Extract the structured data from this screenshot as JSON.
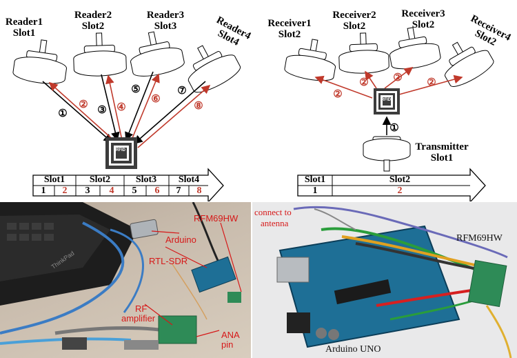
{
  "left_diagram": {
    "readers": [
      {
        "name": "Reader1",
        "slot": "Slot1"
      },
      {
        "name": "Reader2",
        "slot": "Slot2"
      },
      {
        "name": "Reader3",
        "slot": "Slot3"
      },
      {
        "name": "Reader4",
        "slot": "Slot4"
      }
    ],
    "step_numbers": [
      "①",
      "②",
      "③",
      "④",
      "⑤",
      "⑥",
      "⑦",
      "⑧"
    ],
    "tag_label": "RFID",
    "timeline": {
      "slots": [
        "Slot1",
        "Slot2",
        "Slot3",
        "Slot4"
      ],
      "cells": [
        "1",
        "2",
        "3",
        "4",
        "5",
        "6",
        "7",
        "8"
      ]
    }
  },
  "right_diagram": {
    "receivers": [
      {
        "name": "Receiver1",
        "slot": "Slot2"
      },
      {
        "name": "Receiver2",
        "slot": "Slot2"
      },
      {
        "name": "Receiver3",
        "slot": "Slot2"
      },
      {
        "name": "Receiver4",
        "slot": "Slot2"
      }
    ],
    "step_numbers": [
      "①",
      "②"
    ],
    "tag_label": "RFID",
    "transmitter": {
      "name": "Transmitter",
      "slot": "Slot1"
    },
    "timeline": {
      "slots": [
        "Slot1",
        "Slot2"
      ],
      "cells": [
        "1",
        "2"
      ]
    }
  },
  "photo_left": {
    "labels": [
      "RFM69HW",
      "Arduino",
      "RTL-SDR",
      "RF",
      "amplifier",
      "ANA",
      "pin"
    ],
    "laptop_brand": "ThinkPad"
  },
  "photo_right": {
    "labels": [
      "connect to",
      "antenna",
      "RFM69HW",
      "Arduino UNO"
    ]
  },
  "colors": {
    "red_arrow": "#c0392b",
    "label_red": "#d61818",
    "board_blue": "#1e6f96",
    "module_green": "#2e8b57"
  }
}
